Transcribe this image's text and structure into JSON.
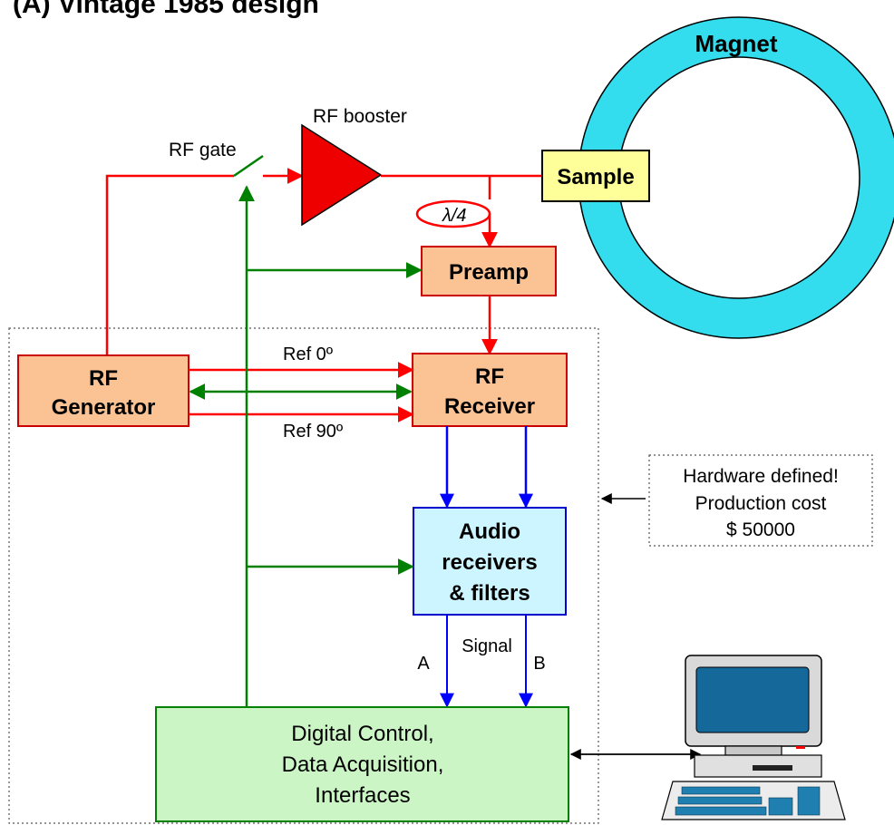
{
  "title": "(A) Vintage 1985 design",
  "colors": {
    "rf_line": "#ff0000",
    "control_line": "#008000",
    "signal_line": "#0000ff",
    "rf_block": "#fbc294",
    "audio_block": "#ccf5ff",
    "digital_block": "#ccf5c6",
    "sample_block": "#ffff99",
    "magnet": "#33ddee"
  },
  "labels": {
    "magnet": "Magnet",
    "sample": "Sample",
    "rf_booster": "RF booster",
    "rf_gate": "RF gate",
    "lambda4": "λ/4",
    "preamp": "Preamp",
    "rf_generator_1": "RF",
    "rf_generator_2": "Generator",
    "rf_receiver_1": "RF",
    "rf_receiver_2": "Receiver",
    "ref0": "Ref 0º",
    "ref90": "Ref 90º",
    "audio_1": "Audio",
    "audio_2": "receivers",
    "audio_3": "& filters",
    "signal": "Signal",
    "channel_a": "A",
    "channel_b": "B",
    "digital_1": "Digital Control,",
    "digital_2": "Data Acquisition,",
    "digital_3": "Interfaces",
    "note_1": "Hardware defined!",
    "note_2": "Production cost",
    "note_3": "$ 50000"
  }
}
